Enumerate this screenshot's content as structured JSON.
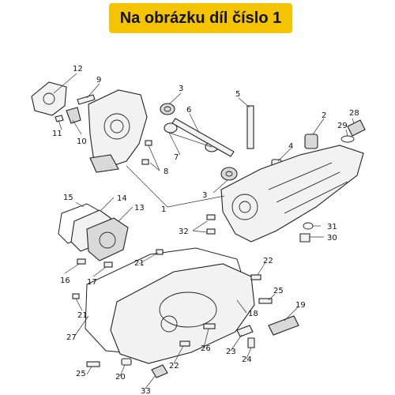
{
  "banner": {
    "title": "Na obrázku díl číslo 1"
  },
  "diagram": {
    "callouts": [
      "1",
      "2",
      "3",
      "3",
      "4",
      "5",
      "6",
      "7",
      "8",
      "9",
      "10",
      "11",
      "12",
      "13",
      "14",
      "15",
      "16",
      "17",
      "18",
      "19",
      "20",
      "21",
      "21",
      "22",
      "22",
      "23",
      "24",
      "25",
      "25",
      "26",
      "27",
      "28",
      "29",
      "30",
      "31",
      "32",
      "33"
    ]
  }
}
